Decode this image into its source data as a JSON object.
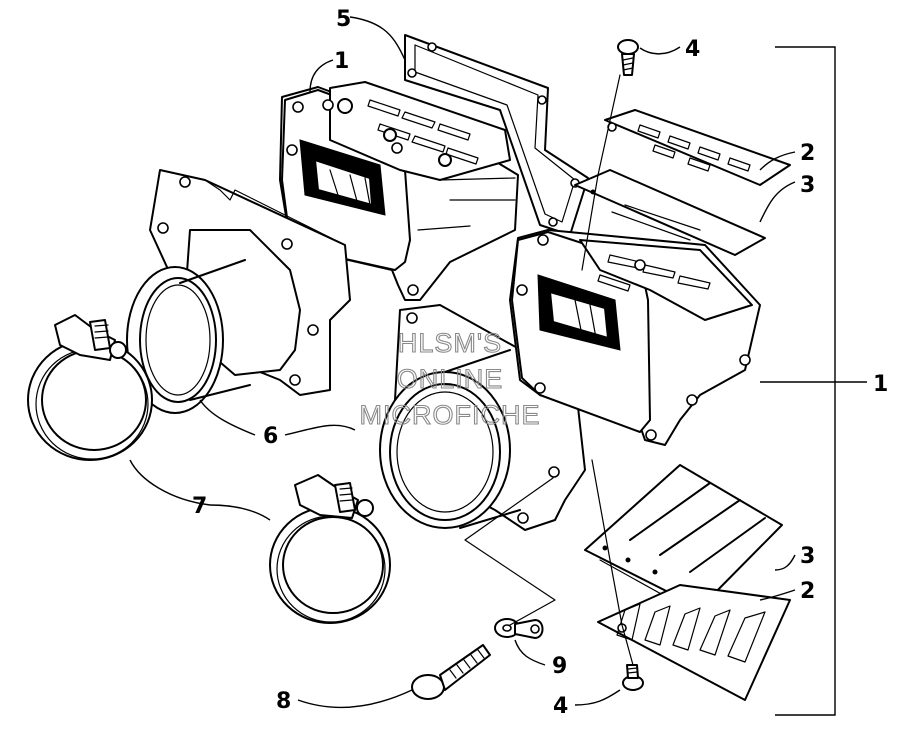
{
  "callouts": {
    "c1_top": "1",
    "c1_right": "1",
    "c2_top": "2",
    "c2_bottom": "2",
    "c3_top": "3",
    "c3_bottom": "3",
    "c4_top": "4",
    "c4_bottom": "4",
    "c5": "5",
    "c6": "6",
    "c7": "7",
    "c8": "8",
    "c9": "9"
  },
  "watermark": {
    "line1": "HLSM'S",
    "line2": "ONLINE",
    "line3": "MICROFICHE"
  }
}
